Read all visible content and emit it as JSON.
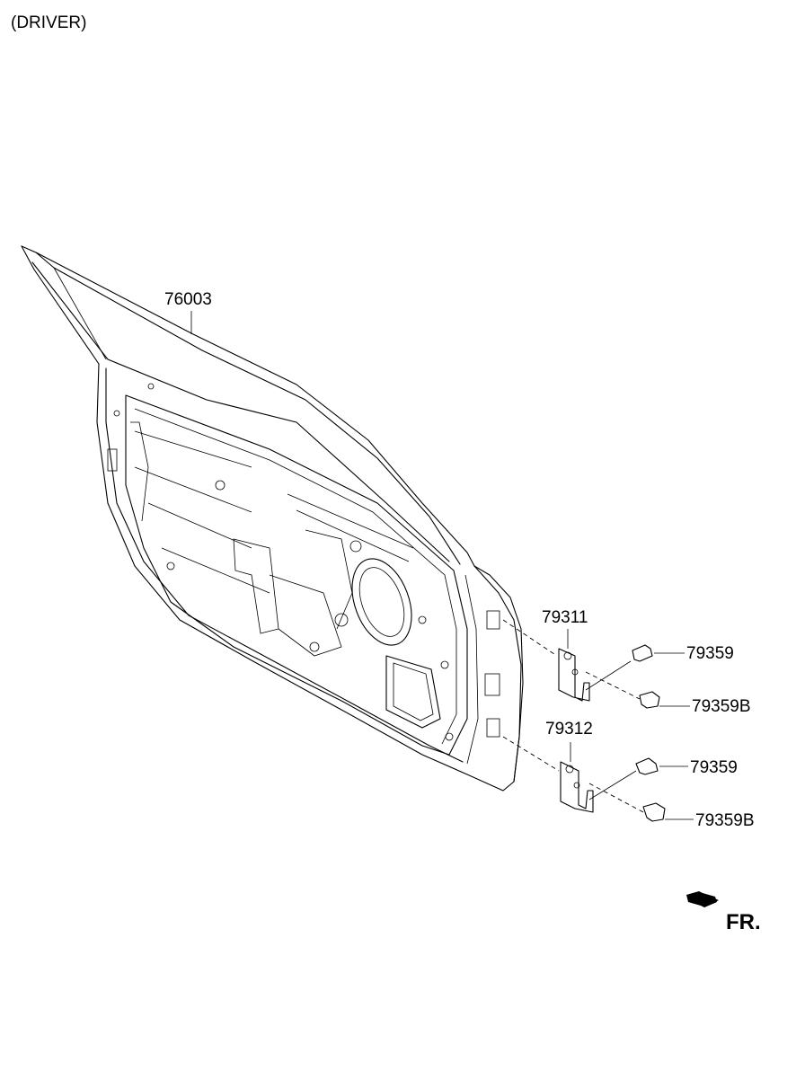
{
  "header": {
    "variant_label": "(DRIVER)"
  },
  "callouts": {
    "door_panel": "76003",
    "upper_hinge": "79311",
    "lower_hinge": "79312",
    "upper_bolt_a": "79359",
    "upper_bolt_b": "79359B",
    "lower_bolt_a": "79359",
    "lower_bolt_b": "79359B"
  },
  "direction": {
    "front_label": "FR."
  },
  "icons": {
    "front_arrow": "front-direction-arrow-icon"
  }
}
